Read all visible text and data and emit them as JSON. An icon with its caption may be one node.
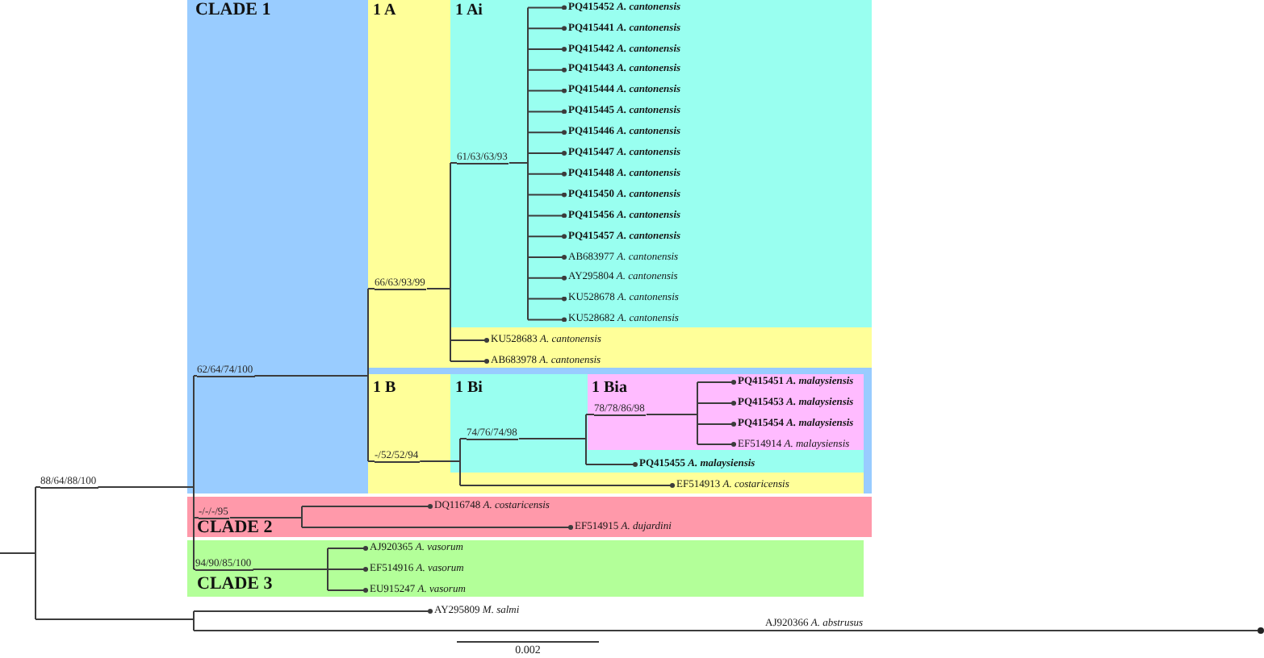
{
  "diagram": {
    "nodes": [
      {
        "text": [
          "CLADE 1"
        ]
      },
      {
        "text": [
          "1 A"
        ],
        "in": 0
      },
      {
        "text": [
          "1 Ai"
        ],
        "in": 1
      },
      {
        "text": [
          "61/63/63/93"
        ],
        "in": 2
      },
      {
        "text": [
          "PQ415452 *A. cantonensis*"
        ],
        "in": 2
      },
      {
        "text": [
          "PQ415441 *A. cantonensis*"
        ],
        "in": 2
      },
      {
        "text": [
          "PQ415442 *A. cantonensis*"
        ],
        "in": 2
      },
      {
        "text": [
          "PQ415443 *A. cantonensis*"
        ],
        "in": 2
      },
      {
        "text": [
          "PQ415444 *A. cantonensis*"
        ],
        "in": 2
      },
      {
        "text": [
          "PQ415445 *A. cantonensis*"
        ],
        "in": 2
      },
      {
        "text": [
          "PQ415446 *A. cantonensis*"
        ],
        "in": 2
      },
      {
        "text": [
          "PQ415447 *A. cantonensis*"
        ],
        "in": 2
      },
      {
        "text": [
          "PQ415448 *A. cantonensis*"
        ],
        "in": 2
      },
      {
        "text": [
          "PQ415450 *A. cantonensis*"
        ],
        "in": 2
      },
      {
        "text": [
          "PQ415456 *A. cantonensis*"
        ],
        "in": 2
      },
      {
        "text": [
          "PQ415457 *A. cantonensis*"
        ],
        "in": 2
      },
      {
        "text": [
          "AB683977 *A. cantonensis*"
        ],
        "in": 2
      },
      {
        "text": [
          "AY295804 *A. cantonensis*"
        ],
        "in": 2
      },
      {
        "text": [
          "KU528678 *A. cantonensis*"
        ],
        "in": 2
      },
      {
        "text": [
          "KU528682 *A. cantonensis*"
        ],
        "in": 2
      },
      {
        "text": [
          "66/63/93/99"
        ],
        "in": 1
      },
      {
        "text": [
          "KU528683 *A. cantonensis*"
        ],
        "in": 1
      },
      {
        "text": [
          "AB683978 *A. cantonensis*"
        ],
        "in": 1
      },
      {
        "text": [
          "62/64/74/100"
        ],
        "in": 0
      },
      {
        "text": [
          "1 B"
        ],
        "in": 0
      },
      {
        "text": [
          "1 Bi"
        ],
        "in": 24
      },
      {
        "text": [
          "1 Bia"
        ],
        "in": 25
      },
      {
        "text": [
          "78/78/86/98"
        ],
        "in": 26
      },
      {
        "text": [
          "PQ415451 *A. malaysiensis*"
        ],
        "in": 26
      },
      {
        "text": [
          "PQ415453 *A. malaysiensis*"
        ],
        "in": 26
      },
      {
        "text": [
          "PQ415454 *A. malaysiensis*"
        ],
        "in": 26
      },
      {
        "text": [
          "EF514914 *A. malaysiensis*"
        ],
        "in": 26
      },
      {
        "text": [
          "74/76/74/98"
        ],
        "in": 25
      },
      {
        "text": [
          "PQ415455 *A. malaysiensis*"
        ],
        "in": 25
      },
      {
        "text": [
          "-/52/52/94"
        ],
        "in": 24
      },
      {
        "text": [
          "EF514913 *A. costaricensis*"
        ],
        "in": 24
      },
      {
        "text": [
          "88/64/88/100"
        ]
      },
      {
        "text": [
          "CLADE 2"
        ]
      },
      {
        "text": [
          "-/-/-/95"
        ],
        "in": 37
      },
      {
        "text": [
          "DQ116748 *A. costaricensis*"
        ],
        "in": 37
      },
      {
        "text": [
          "EF514915 *A. dujardini*"
        ],
        "in": 37
      },
      {
        "text": [
          "CLADE 3"
        ]
      },
      {
        "text": [
          "94/90/85/100"
        ],
        "in": 41
      },
      {
        "text": [
          "AJ920365 *A. vasorum*"
        ],
        "in": 41
      },
      {
        "text": [
          "EF514916 *A. vasorum*"
        ],
        "in": 41
      },
      {
        "text": [
          "EU915247 *A. vasorum*"
        ],
        "in": 41
      },
      {
        "text": [
          "AY295809 *M. salmi*"
        ]
      },
      {
        "text": [],
        "shape": "circle"
      }
    ],
    "edges": [
      {
        "from": null,
        "to": 36,
        "arrow": "none"
      },
      {
        "from": 36,
        "to": 23,
        "arrow": "none"
      },
      {
        "from": 23,
        "to": 20,
        "arrow": "none"
      },
      {
        "from": 20,
        "to": 3,
        "arrow": "none"
      },
      {
        "from": 3,
        "to": 4,
        "arrow": "other"
      },
      {
        "from": 3,
        "to": 5,
        "arrow": "other"
      },
      {
        "from": 3,
        "to": 6,
        "arrow": "other"
      },
      {
        "from": 3,
        "to": 7,
        "arrow": "other"
      },
      {
        "from": 3,
        "to": 8,
        "arrow": "other"
      },
      {
        "from": 3,
        "to": 9,
        "arrow": "other"
      },
      {
        "from": 3,
        "to": 10,
        "arrow": "other"
      },
      {
        "from": 3,
        "to": 11,
        "arrow": "other"
      },
      {
        "from": 3,
        "to": 12,
        "arrow": "other"
      },
      {
        "from": 3,
        "to": 13,
        "arrow": "other"
      },
      {
        "from": 3,
        "to": 14,
        "arrow": "other"
      },
      {
        "from": 3,
        "to": 15,
        "arrow": "other"
      },
      {
        "from": 3,
        "to": 16,
        "arrow": "other"
      },
      {
        "from": 3,
        "to": 17,
        "arrow": "other"
      },
      {
        "from": 3,
        "to": 18,
        "arrow": "other"
      },
      {
        "from": 3,
        "to": 19,
        "arrow": "other"
      },
      {
        "from": 20,
        "to": 21,
        "arrow": "other"
      },
      {
        "from": 20,
        "to": 22,
        "arrow": "other"
      },
      {
        "from": 23,
        "to": 34,
        "arrow": "none"
      },
      {
        "from": 34,
        "to": 32,
        "arrow": "none"
      },
      {
        "from": 32,
        "to": 27,
        "arrow": "none"
      },
      {
        "from": 27,
        "to": 28,
        "arrow": "other"
      },
      {
        "from": 27,
        "to": 29,
        "arrow": "other"
      },
      {
        "from": 27,
        "to": 30,
        "arrow": "other"
      },
      {
        "from": 27,
        "to": 31,
        "arrow": "other"
      },
      {
        "from": 32,
        "to": 33,
        "arrow": "other"
      },
      {
        "from": 34,
        "to": 35,
        "arrow": "other"
      },
      {
        "from": 36,
        "to": 38,
        "arrow": "none"
      },
      {
        "from": 38,
        "to": 39,
        "arrow": "other"
      },
      {
        "from": 38,
        "to": 40,
        "arrow": "other"
      },
      {
        "from": 36,
        "to": 42,
        "arrow": "none"
      },
      {
        "from": 42,
        "to": 43,
        "arrow": "other"
      },
      {
        "from": 42,
        "to": 44,
        "arrow": "other"
      },
      {
        "from": 42,
        "to": 45,
        "arrow": "other"
      },
      {
        "from": null,
        "to": 46,
        "arrow": "other"
      },
      {
        "from": null,
        "to": 47,
        "arrow": "none",
        "label": "AJ920366 *A. abstrusus*"
      }
    ],
    "labels": [
      "0.002"
    ]
  }
}
